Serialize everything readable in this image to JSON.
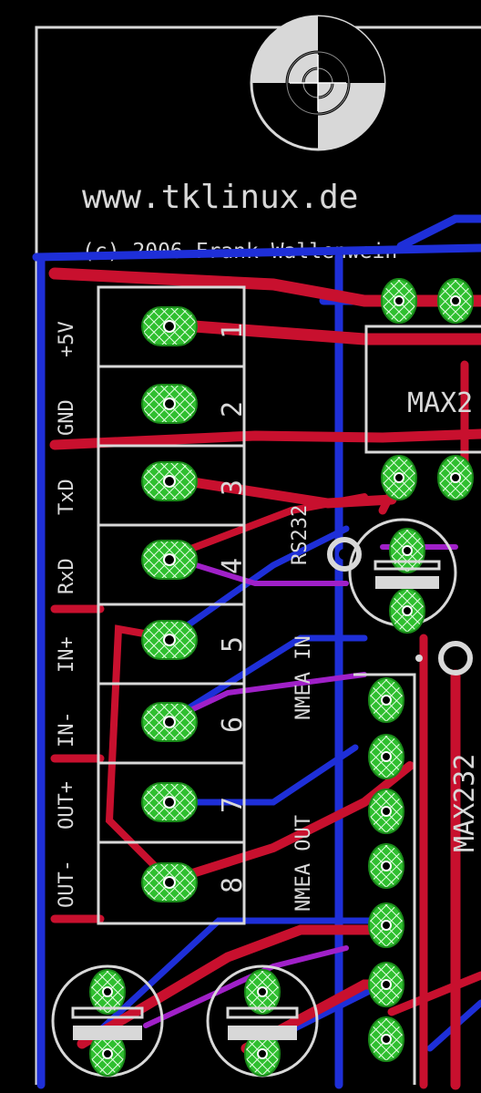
{
  "board": {
    "url": "www.tklinux.de",
    "copyright": "(c) 2006 Frank Wallenwein",
    "chip_label_top": "MAX2",
    "chip_label_side": "MAX232",
    "rs232_label": "RS232",
    "nmea_in_label": "NMEA IN",
    "nmea_out_label": "NMEA OUT"
  },
  "connector": {
    "signals": [
      "+5V",
      "GND",
      "TxD",
      "RxD",
      "IN+",
      "IN-",
      "OUT+",
      "OUT-"
    ],
    "pins": [
      "1",
      "2",
      "3",
      "4",
      "5",
      "6",
      "7",
      "8"
    ]
  },
  "colors": {
    "background": "#000000",
    "silkscreen": "#d8d8d8",
    "top_copper": "#c8102e",
    "bottom_copper": "#1e2fd8",
    "via_overlap": "#a020c8",
    "pad": "#33cc33"
  }
}
